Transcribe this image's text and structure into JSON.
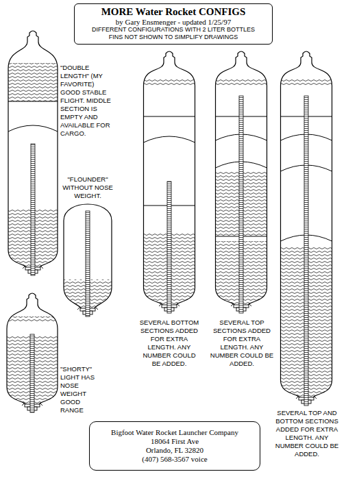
{
  "diagram": {
    "nodes": [
      {
        "text": [
          "MORE Water Rocket CONFIGS",
          "by Gary Ensmenger - updated 1/25/97",
          "DIFFERENT CONFIGURATIONS WITH 2 LITER BOTTLES",
          "FINS NOT SHOWN TO SIMPLIFY DRAWINGS"
        ]
      },
      {
        "text": [
          "Bigfoot Water Rocket Launcher Company",
          "18064 First Ave",
          "Orlando, FL 32820",
          "(407) 568-3567 voice"
        ]
      }
    ],
    "labels": [
      "\"DOUBLE LENGTH\" (MY FAVORITE) GOOD STABLE FLIGHT. MIDDLE SECTION IS EMPTY AND AVAILABLE FOR CARGO.",
      "\"FLOUNDER\" WITHOUT NOSE WEIGHT.",
      "SEVERAL BOTTOM SECTIONS ADDED FOR EXTRA LENGTH. ANY NUMBER COULD BE ADDED.",
      "SEVERAL TOP SECTIONS ADDED FOR EXTRA LENGTH. ANY NUMBER COULD BE ADDED.",
      "\"SHORTY\" LIGHT HAS NOSE WEIGHT GOOD RANGE",
      "SEVERAL TOP AND BOTTOM SECTIONS ADDED FOR EXTRA LENGTH. ANY NUMBER COULD BE ADDED."
    ]
  }
}
